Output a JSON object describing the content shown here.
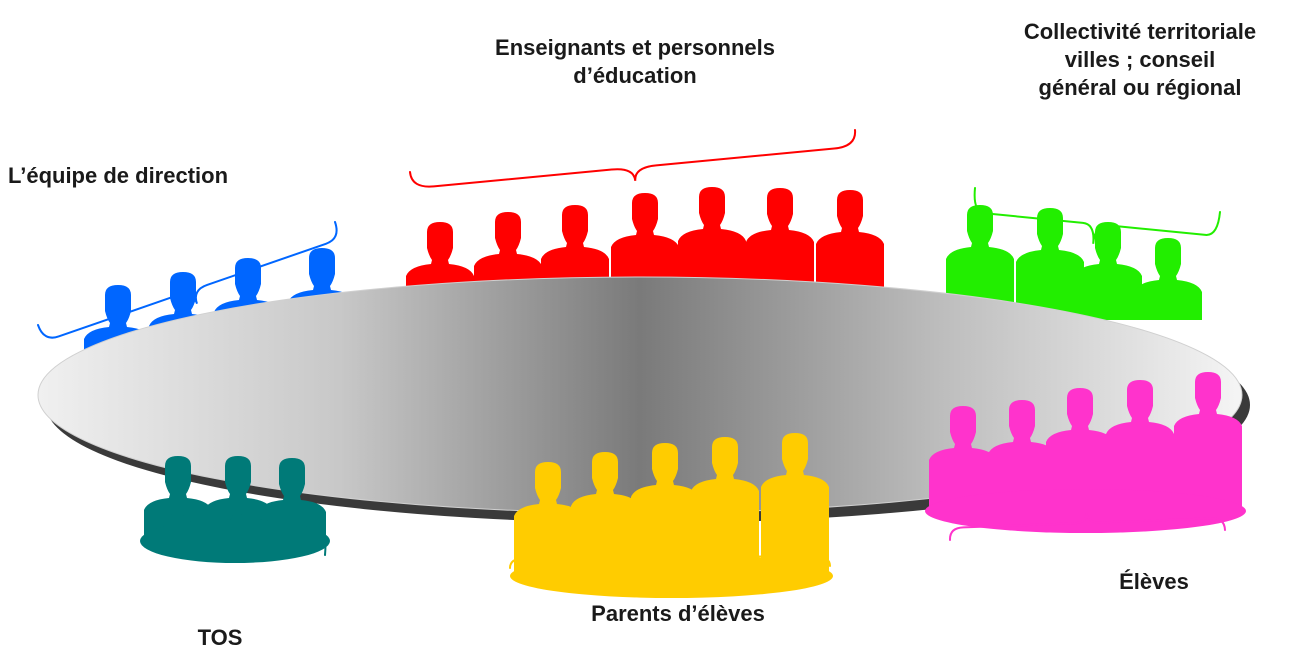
{
  "diagram": {
    "groups": [
      {
        "id": "direction",
        "label_lines": [
          "L’équipe de direction"
        ],
        "color": "#0066ff",
        "count": 4
      },
      {
        "id": "enseignants",
        "label_lines": [
          "Enseignants et personnels",
          "d’éducation"
        ],
        "color": "#ff0000",
        "count": 7
      },
      {
        "id": "collectivite",
        "label_lines": [
          "Collectivité territoriale",
          "villes ; conseil",
          "général ou régional"
        ],
        "color": "#22ee00",
        "count": 4
      },
      {
        "id": "tos",
        "label_lines": [
          "TOS"
        ],
        "color": "#007a78",
        "count": 3
      },
      {
        "id": "parents",
        "label_lines": [
          "Parents d’élèves"
        ],
        "color": "#ffcc00",
        "count": 5
      },
      {
        "id": "eleves",
        "label_lines": [
          "Élèves"
        ],
        "color": "#ff33cc",
        "count": 5
      }
    ],
    "table_color": "#888888",
    "table_shadow_color": "#333333"
  }
}
